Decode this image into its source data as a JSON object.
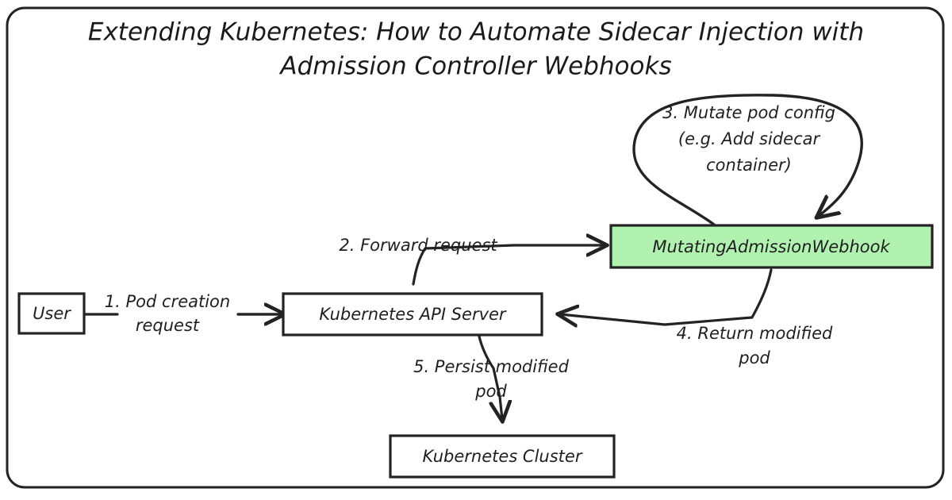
{
  "page": {
    "title_line_1": "Extending Kubernetes: How to Automate Sidecar Injection with",
    "title_line_2": "Admission Controller Webhooks",
    "background_color": "#ffffff",
    "border_color": "#232323",
    "text_color": "#1f1f1f"
  },
  "nodes": [
    {
      "id": "user",
      "label": "User",
      "fill": "#ffffff"
    },
    {
      "id": "api_server",
      "label": "Kubernetes API Server",
      "fill": "#ffffff"
    },
    {
      "id": "webhook",
      "label": "MutatingAdmissionWebhook",
      "fill": "#b1f2b1"
    },
    {
      "id": "cluster",
      "label": "Kubernetes Cluster",
      "fill": "#ffffff"
    }
  ],
  "edges": [
    {
      "id": "edge-1",
      "from": "user",
      "to": "api_server",
      "label_line_1": "1. Pod creation",
      "label_line_2": "request"
    },
    {
      "id": "edge-2",
      "from": "api_server",
      "to": "webhook",
      "label_line_1": "2. Forward request",
      "label_line_2": ""
    },
    {
      "id": "edge-3",
      "from": "webhook",
      "to": "webhook",
      "label_line_1": "3. Mutate pod config",
      "label_line_2": "(e.g. Add sidecar",
      "label_line_3": "container)"
    },
    {
      "id": "edge-4",
      "from": "webhook",
      "to": "api_server",
      "label_line_1": "4. Return modified",
      "label_line_2": "pod"
    },
    {
      "id": "edge-5",
      "from": "api_server",
      "to": "cluster",
      "label_line_1": "5. Persist modified",
      "label_line_2": "pod"
    }
  ]
}
